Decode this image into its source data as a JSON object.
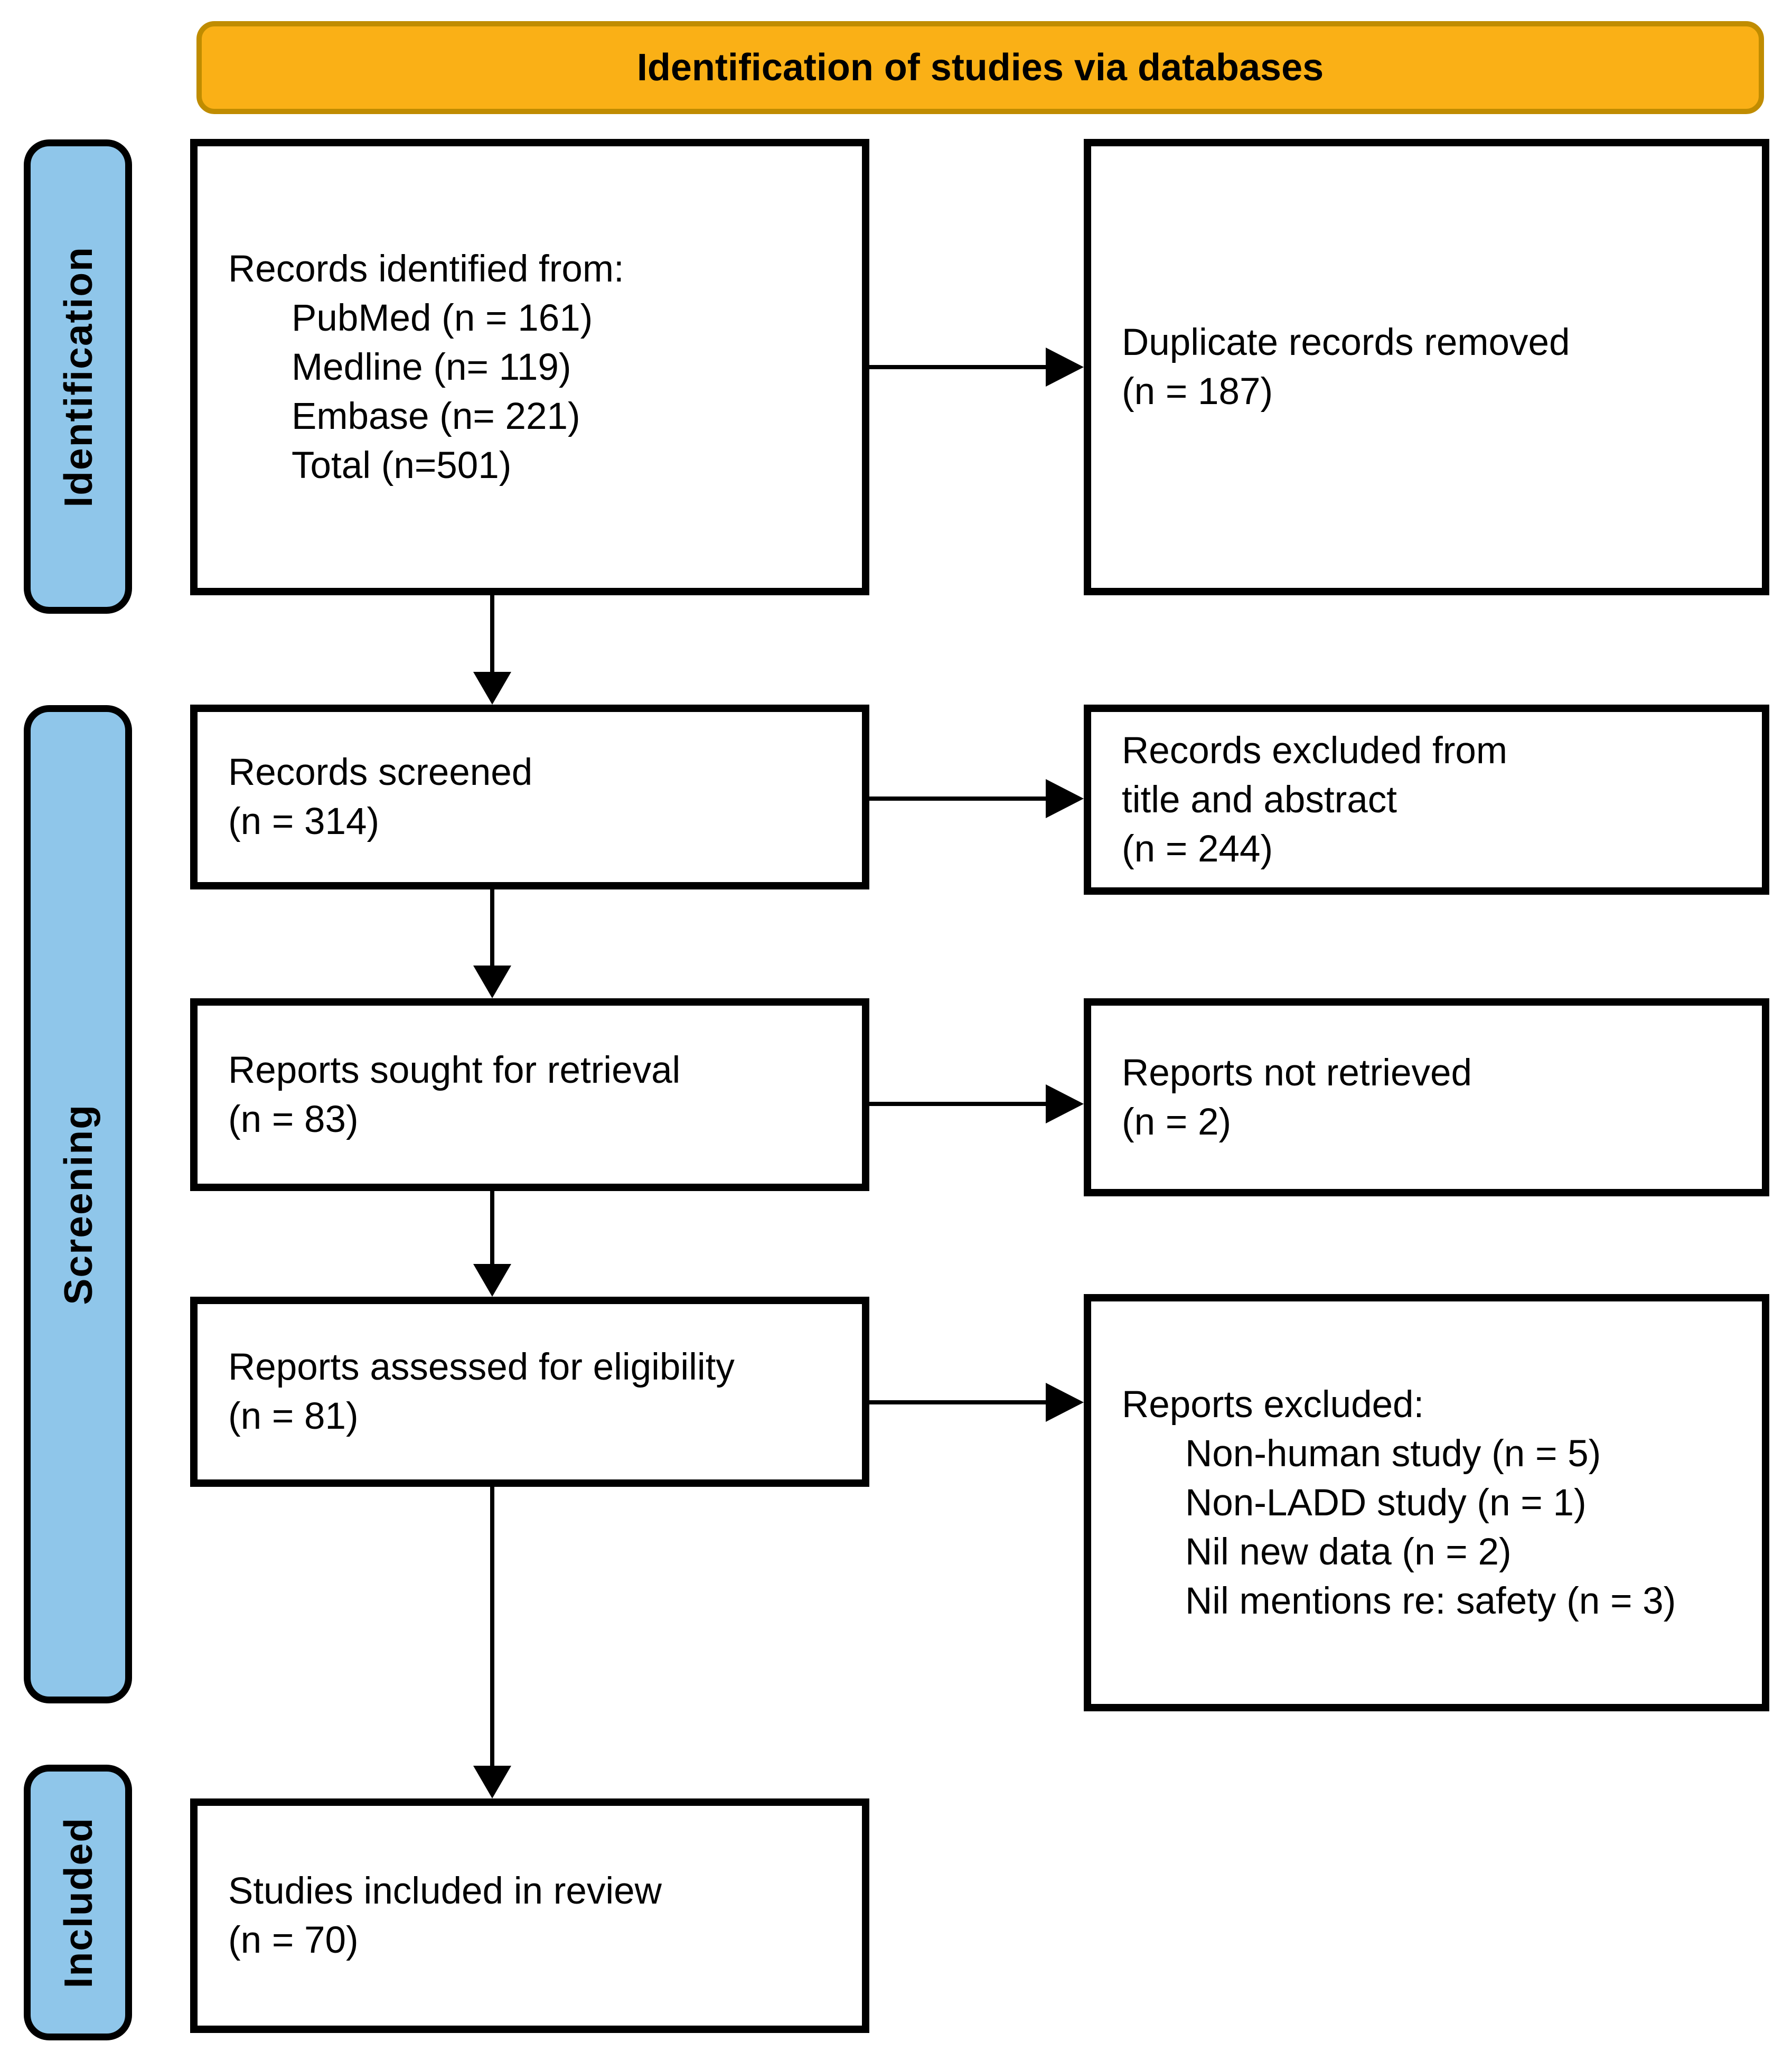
{
  "colors": {
    "banner_fill": "#FAB016",
    "banner_border": "#C08C00",
    "stage_fill": "#8FC6EA",
    "ink": "#000000",
    "bg": "#FFFFFF"
  },
  "banner": {
    "label": "Identification of studies via databases"
  },
  "sidebar": {
    "stages": [
      {
        "label": "Identification"
      },
      {
        "label": "Screening"
      },
      {
        "label": "Included"
      }
    ]
  },
  "boxes": {
    "records_identified": {
      "title": "Records identified from:",
      "items": [
        "PubMed (n = 161)",
        "Medline (n= 119)",
        "Embase (n= 221)",
        "Total (n=501)"
      ]
    },
    "duplicates_removed": {
      "lines": [
        "Duplicate records removed",
        "(n = 187)"
      ]
    },
    "records_screened": {
      "lines": [
        "Records screened",
        "(n = 314)"
      ]
    },
    "records_excluded": {
      "lines": [
        "Records excluded from",
        "title and abstract",
        "(n = 244)"
      ]
    },
    "reports_sought": {
      "lines": [
        "Reports sought for retrieval",
        "(n = 83)"
      ]
    },
    "reports_not_retrieved": {
      "lines": [
        "Reports not retrieved",
        "(n = 2)"
      ]
    },
    "reports_assessed": {
      "lines": [
        "Reports assessed for eligibility",
        "(n = 81)"
      ]
    },
    "reports_excluded": {
      "title": "Reports excluded:",
      "items": [
        "Non-human study (n = 5)",
        "Non-LADD study (n = 1)",
        "Nil new data (n = 2)",
        "Nil mentions re: safety (n = 3)"
      ]
    },
    "studies_included": {
      "lines": [
        "Studies included in review",
        "(n = 70)"
      ]
    }
  }
}
